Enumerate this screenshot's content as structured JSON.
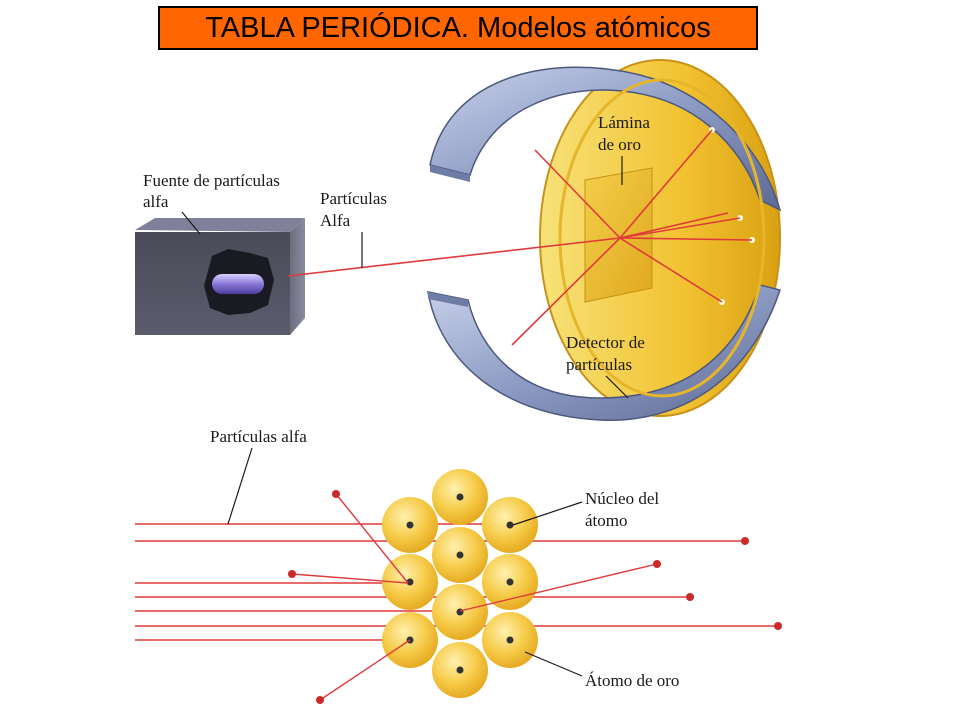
{
  "title": "TABLA PERIÓDICA. Modelos atómicos",
  "labels": {
    "source_line1": "Fuente de partículas",
    "source_line2": "alfa",
    "alpha_line1": "Partículas",
    "alpha_line2": "Alfa",
    "foil_line1": "Lámina",
    "foil_line2": "de oro",
    "detector_line1": "Detector de",
    "detector_line2": "partículas",
    "alpha_lower": "Partículas alfa",
    "nucleus_line1": "Núcleo del",
    "nucleus_line2": "átomo",
    "gold_atom": "Átomo de oro"
  },
  "colors": {
    "title_bg": "#ff6600",
    "beam": "#e03a3a",
    "gold": "#f2c230",
    "detector_outer": "#8c9bc4"
  }
}
